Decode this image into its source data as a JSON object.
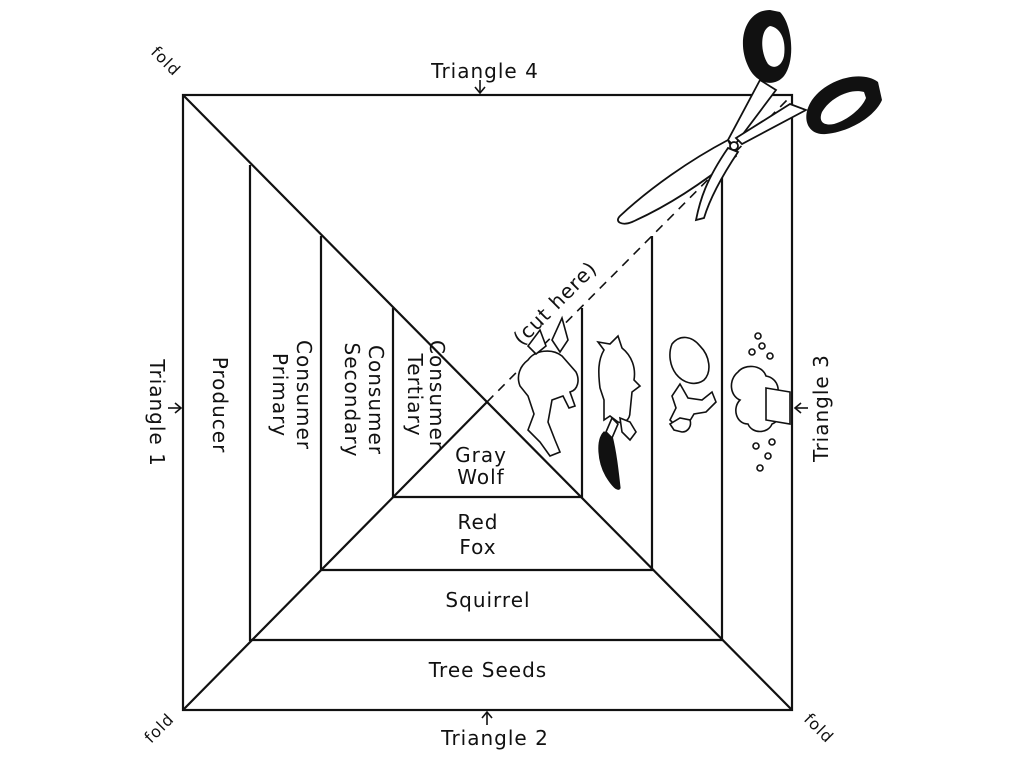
{
  "fold_label": "fold",
  "triangles": {
    "t1": "Triangle 1",
    "t2": "Triangle 2",
    "t3": "Triangle 3",
    "t4": "Triangle 4"
  },
  "cut_label": "(cut here)",
  "levels": {
    "producer": "Producer",
    "primary": [
      "Primary",
      "Consumer"
    ],
    "secondary": [
      "Secondary",
      "Consumer"
    ],
    "tertiary": [
      "Tertiary",
      "Consumer"
    ]
  },
  "organisms": {
    "tree_seeds": "Tree Seeds",
    "squirrel": "Squirrel",
    "red_fox": [
      "Red",
      "Fox"
    ],
    "gray_wolf": [
      "Gray",
      "Wolf"
    ]
  },
  "icons": [
    "scissors-icon",
    "wolf-icon",
    "fox-icon",
    "squirrel-icon",
    "tree-seeds-icon"
  ]
}
